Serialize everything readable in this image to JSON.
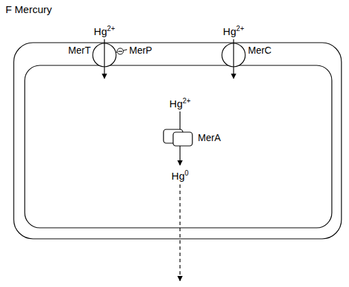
{
  "diagram": {
    "title": "F Mercury",
    "labels": [
      "Hg2+",
      "Hg2+",
      "MerT",
      "MerP",
      "MerC",
      "Hg2+",
      "MerA",
      "Hg0"
    ]
  }
}
